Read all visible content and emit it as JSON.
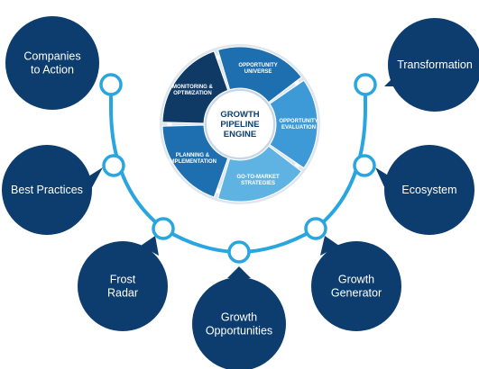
{
  "colors": {
    "bubble": "#0c3d6e",
    "arc": "#29a6e0",
    "node_fill": "#ffffff",
    "wheel_dark": "#0f3a66",
    "wheel_mid": "#1d6fb0",
    "wheel_light": "#3d9ad6",
    "wheel_pale": "#5fb3e2",
    "hub_text": "#0b3f72"
  },
  "engine": {
    "title_lines": [
      "GROWTH",
      "PIPELINE",
      "ENGINE"
    ],
    "segments": [
      {
        "lines": [
          "OPPORTUNITY",
          "UNIVERSE"
        ]
      },
      {
        "lines": [
          "OPPORTUNITY",
          "EVALUATION"
        ]
      },
      {
        "lines": [
          "GO-TO-MARKET",
          "STRATEGIES"
        ]
      },
      {
        "lines": [
          "PLANNING &",
          "IMPLEMENTATION"
        ]
      },
      {
        "lines": [
          "MONITORING &",
          "OPTIMIZATION"
        ]
      }
    ]
  },
  "bubbles": [
    {
      "id": "companies-to-action",
      "lines": [
        "Companies",
        "to Action"
      ],
      "icon": "speech-bubble"
    },
    {
      "id": "best-practices",
      "lines": [
        "Best Practices"
      ],
      "icon": "speech-bubble"
    },
    {
      "id": "frost-radar",
      "lines": [
        "Frost",
        "Radar"
      ],
      "icon": "speech-bubble"
    },
    {
      "id": "growth-opportunities",
      "lines": [
        "Growth",
        "Opportunities"
      ],
      "icon": "speech-bubble"
    },
    {
      "id": "growth-generator",
      "lines": [
        "Growth",
        "Generator"
      ],
      "icon": "speech-bubble"
    },
    {
      "id": "ecosystem",
      "lines": [
        "Ecosystem"
      ],
      "icon": "speech-bubble"
    },
    {
      "id": "transformation",
      "lines": [
        "Transformation"
      ],
      "icon": "speech-bubble"
    }
  ]
}
